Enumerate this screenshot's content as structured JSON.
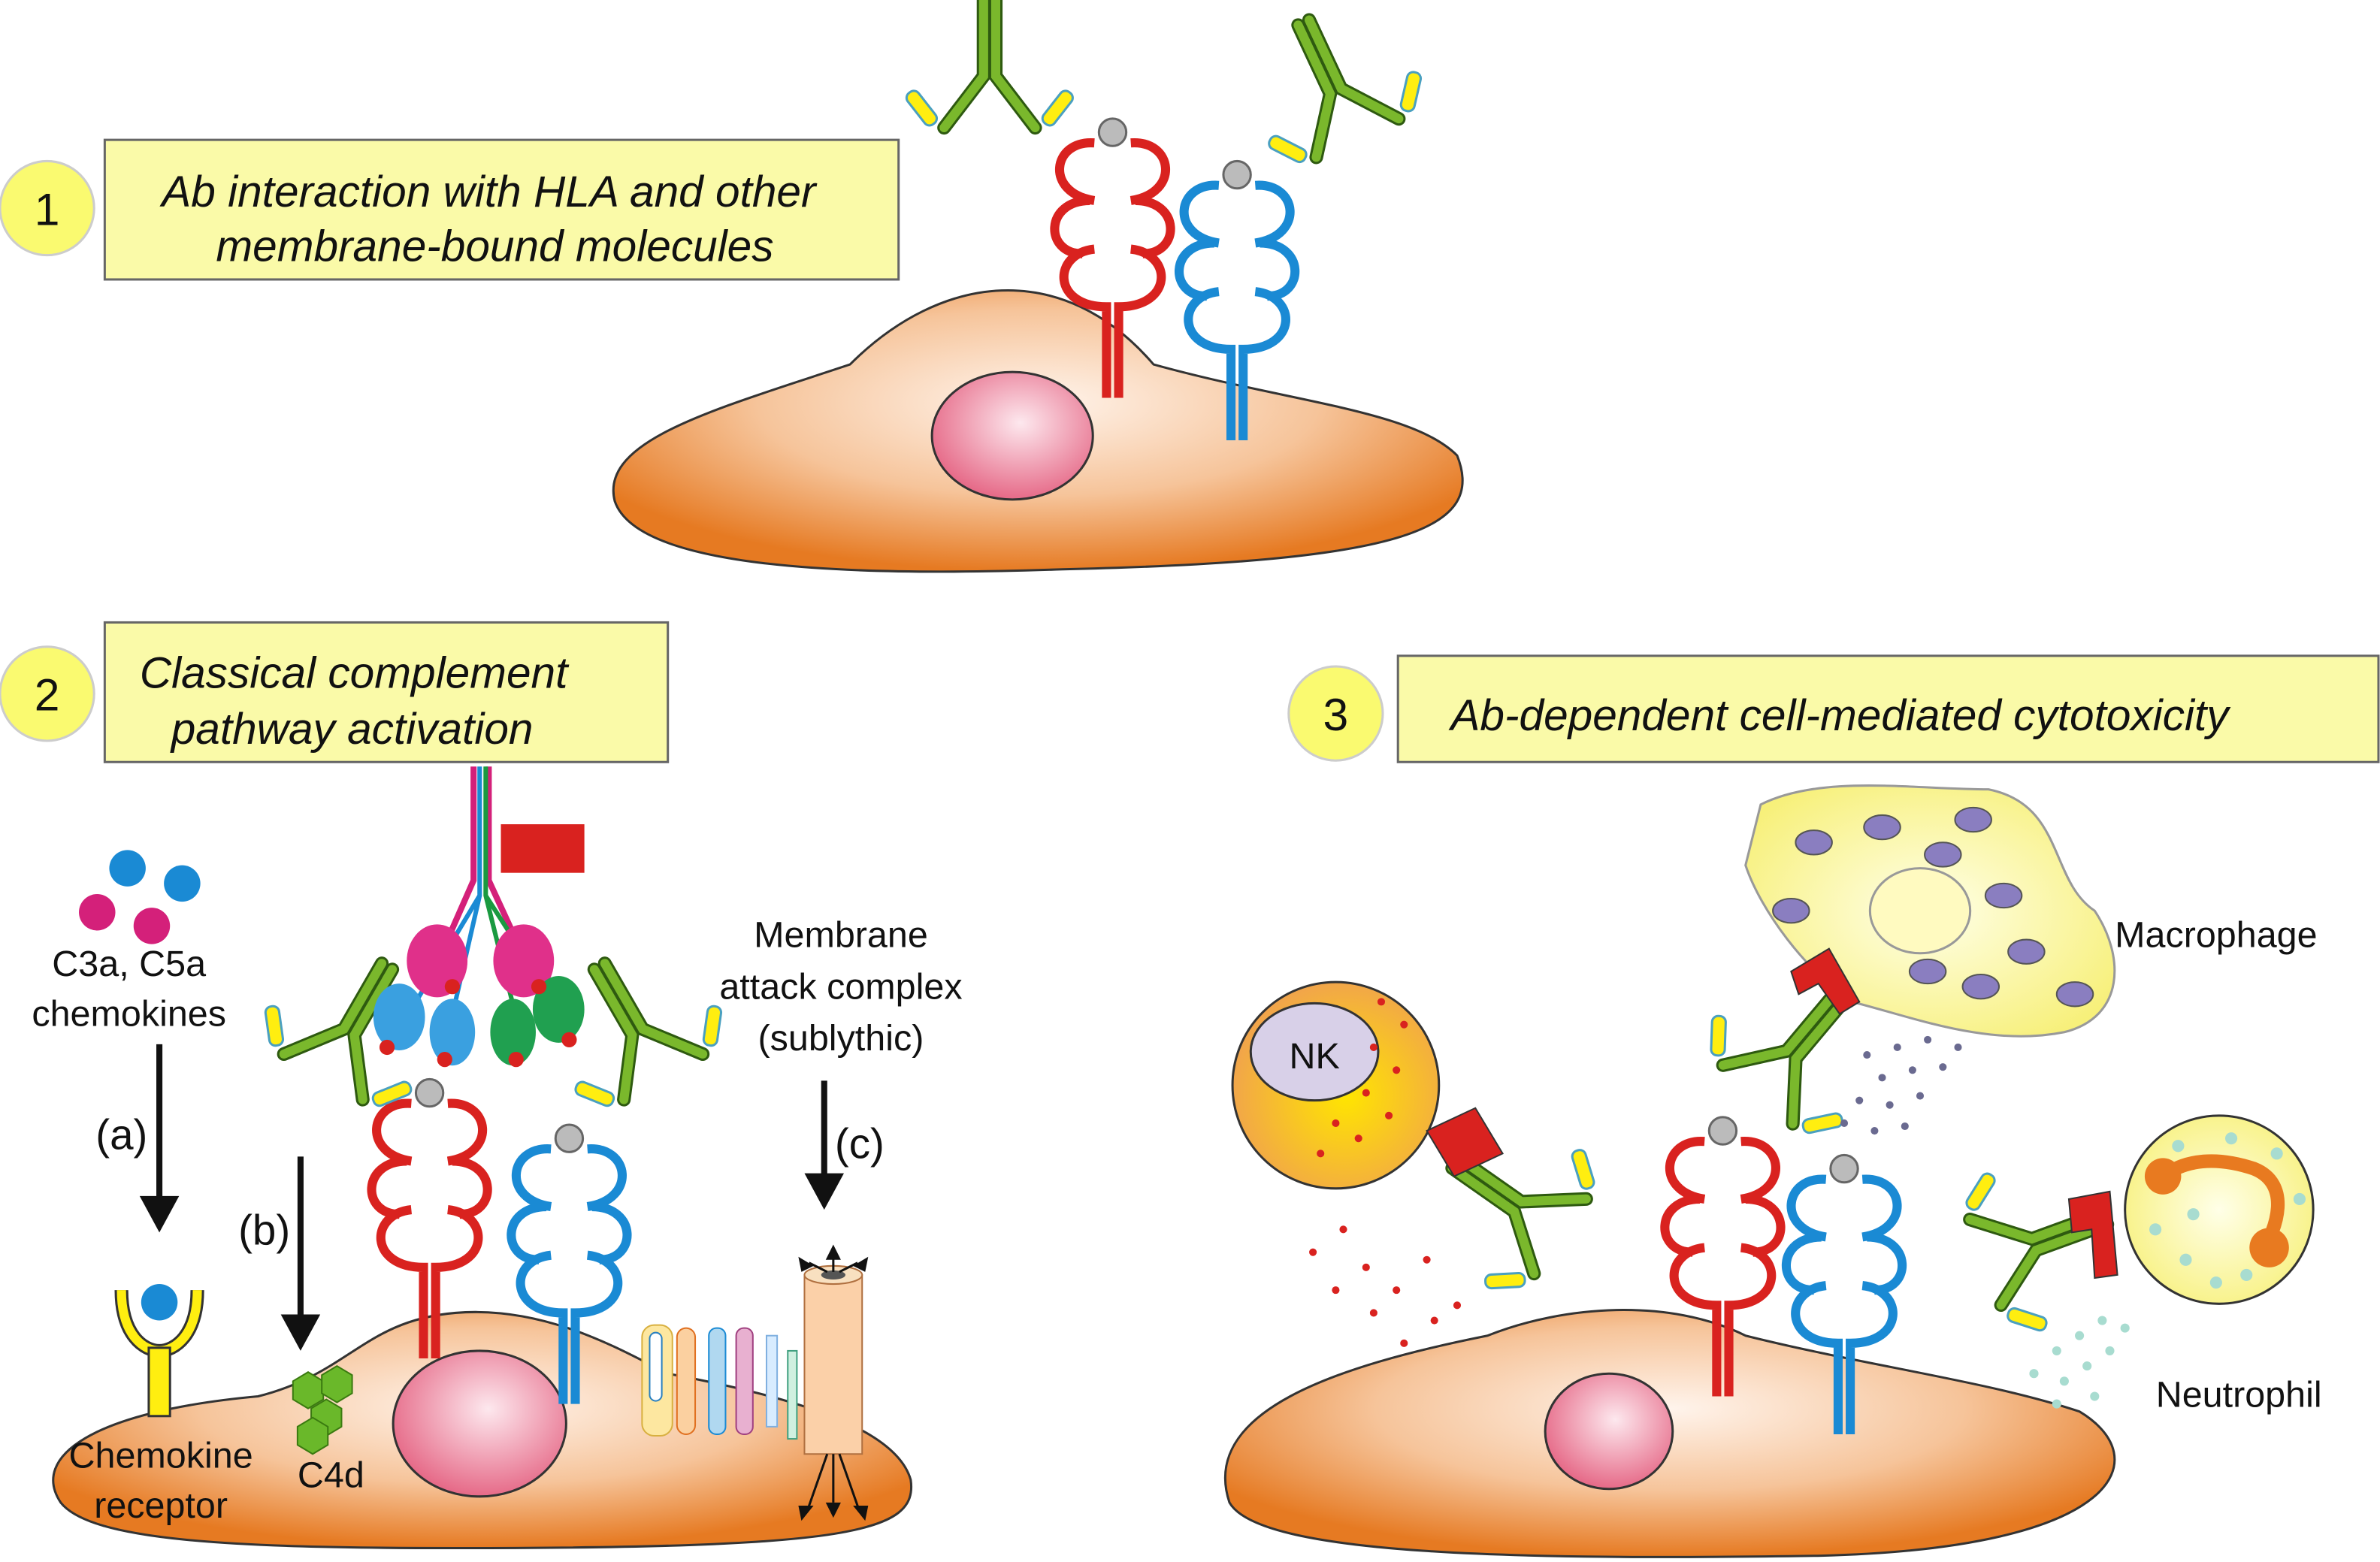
{
  "panels": [
    {
      "number": "1",
      "title_lines": [
        "Ab interaction with HLA and other",
        "membrane-bound molecules"
      ]
    },
    {
      "number": "2",
      "title_lines": [
        "Classical complement",
        "pathway activation"
      ]
    },
    {
      "number": "3",
      "title_lines": [
        "Ab-dependent cell-mediated cytotoxicity"
      ]
    }
  ],
  "panel2_labels": {
    "c3a_line1": "C3a, C5a",
    "c3a_line2": "chemokines",
    "a": "(a)",
    "b": "(b)",
    "c": "(c)",
    "receptor_line1": "Chemokine",
    "receptor_line2": "receptor",
    "c4d": "C4d",
    "mac_line1": "Membrane",
    "mac_line2": "attack complex",
    "mac_line3": "(sublythic)"
  },
  "panel3_labels": {
    "nk": "NK",
    "macrophage": "Macrophage",
    "neutrophil": "Neutrophil"
  },
  "colors": {
    "title_box": "#fafaa8",
    "number_circle": "#fafa70",
    "antibody": "#78b42a",
    "hla_red": "#d9221f",
    "hla_blue": "#1a8ad4",
    "cell": "#e8852e",
    "nucleus": "#e8708a"
  }
}
